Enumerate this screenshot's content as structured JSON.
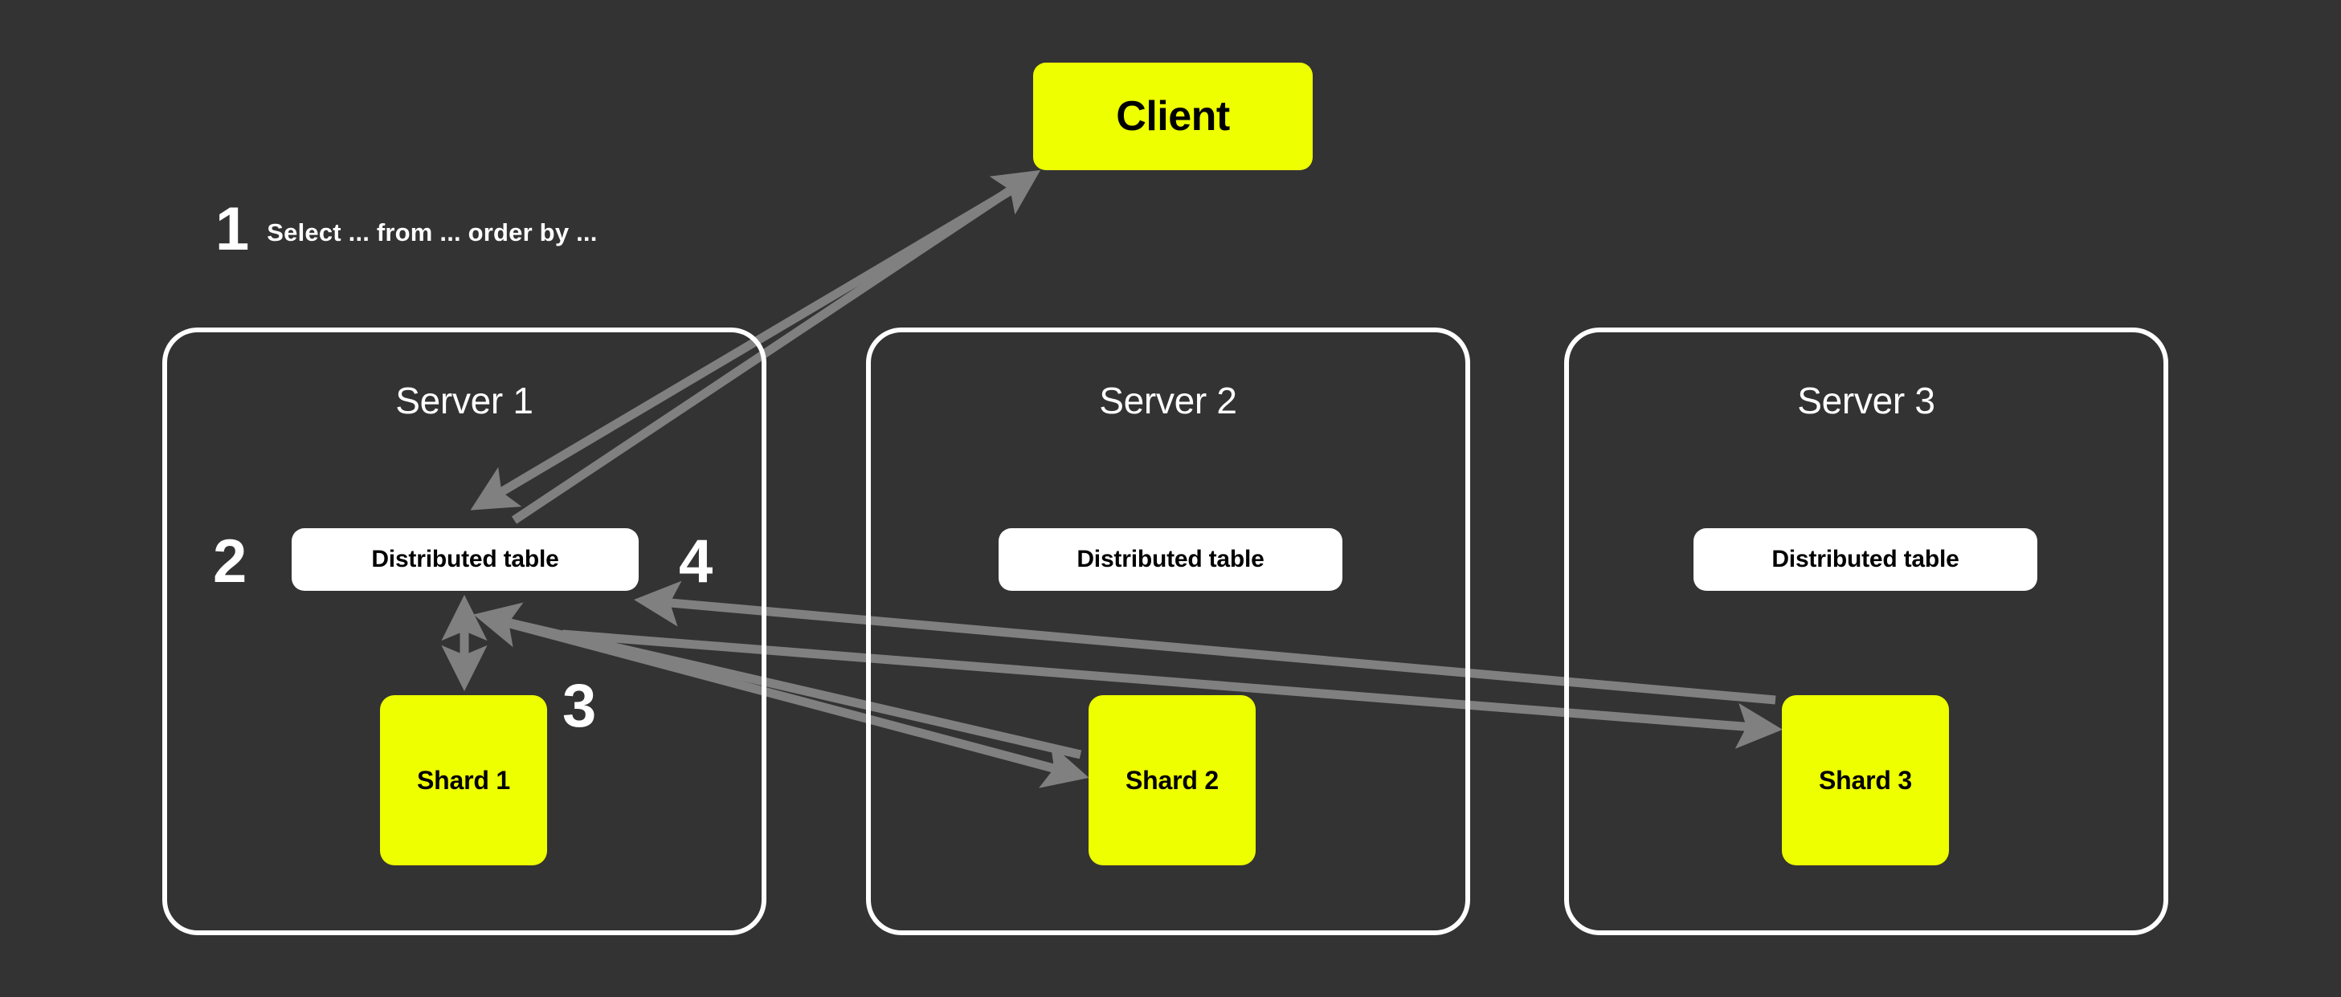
{
  "diagram": {
    "title": "Distributed table query routing across shards",
    "background_color": "#333333",
    "accent_color": "#EEFF00",
    "panel_border_color": "#FFFFFF",
    "arrow_color": "#808080"
  },
  "client": {
    "label": "Client"
  },
  "steps": [
    {
      "number": "1",
      "text": "Select ... from ... order by ..."
    },
    {
      "number": "2",
      "text": ""
    },
    {
      "number": "3",
      "text": ""
    },
    {
      "number": "4",
      "text": ""
    }
  ],
  "servers": [
    {
      "title": "Server 1",
      "distributed_table": "Distributed table",
      "shard": "Shard 1"
    },
    {
      "title": "Server 2",
      "distributed_table": "Distributed table",
      "shard": "Shard 2"
    },
    {
      "title": "Server 3",
      "distributed_table": "Distributed table",
      "shard": "Shard 3"
    }
  ]
}
